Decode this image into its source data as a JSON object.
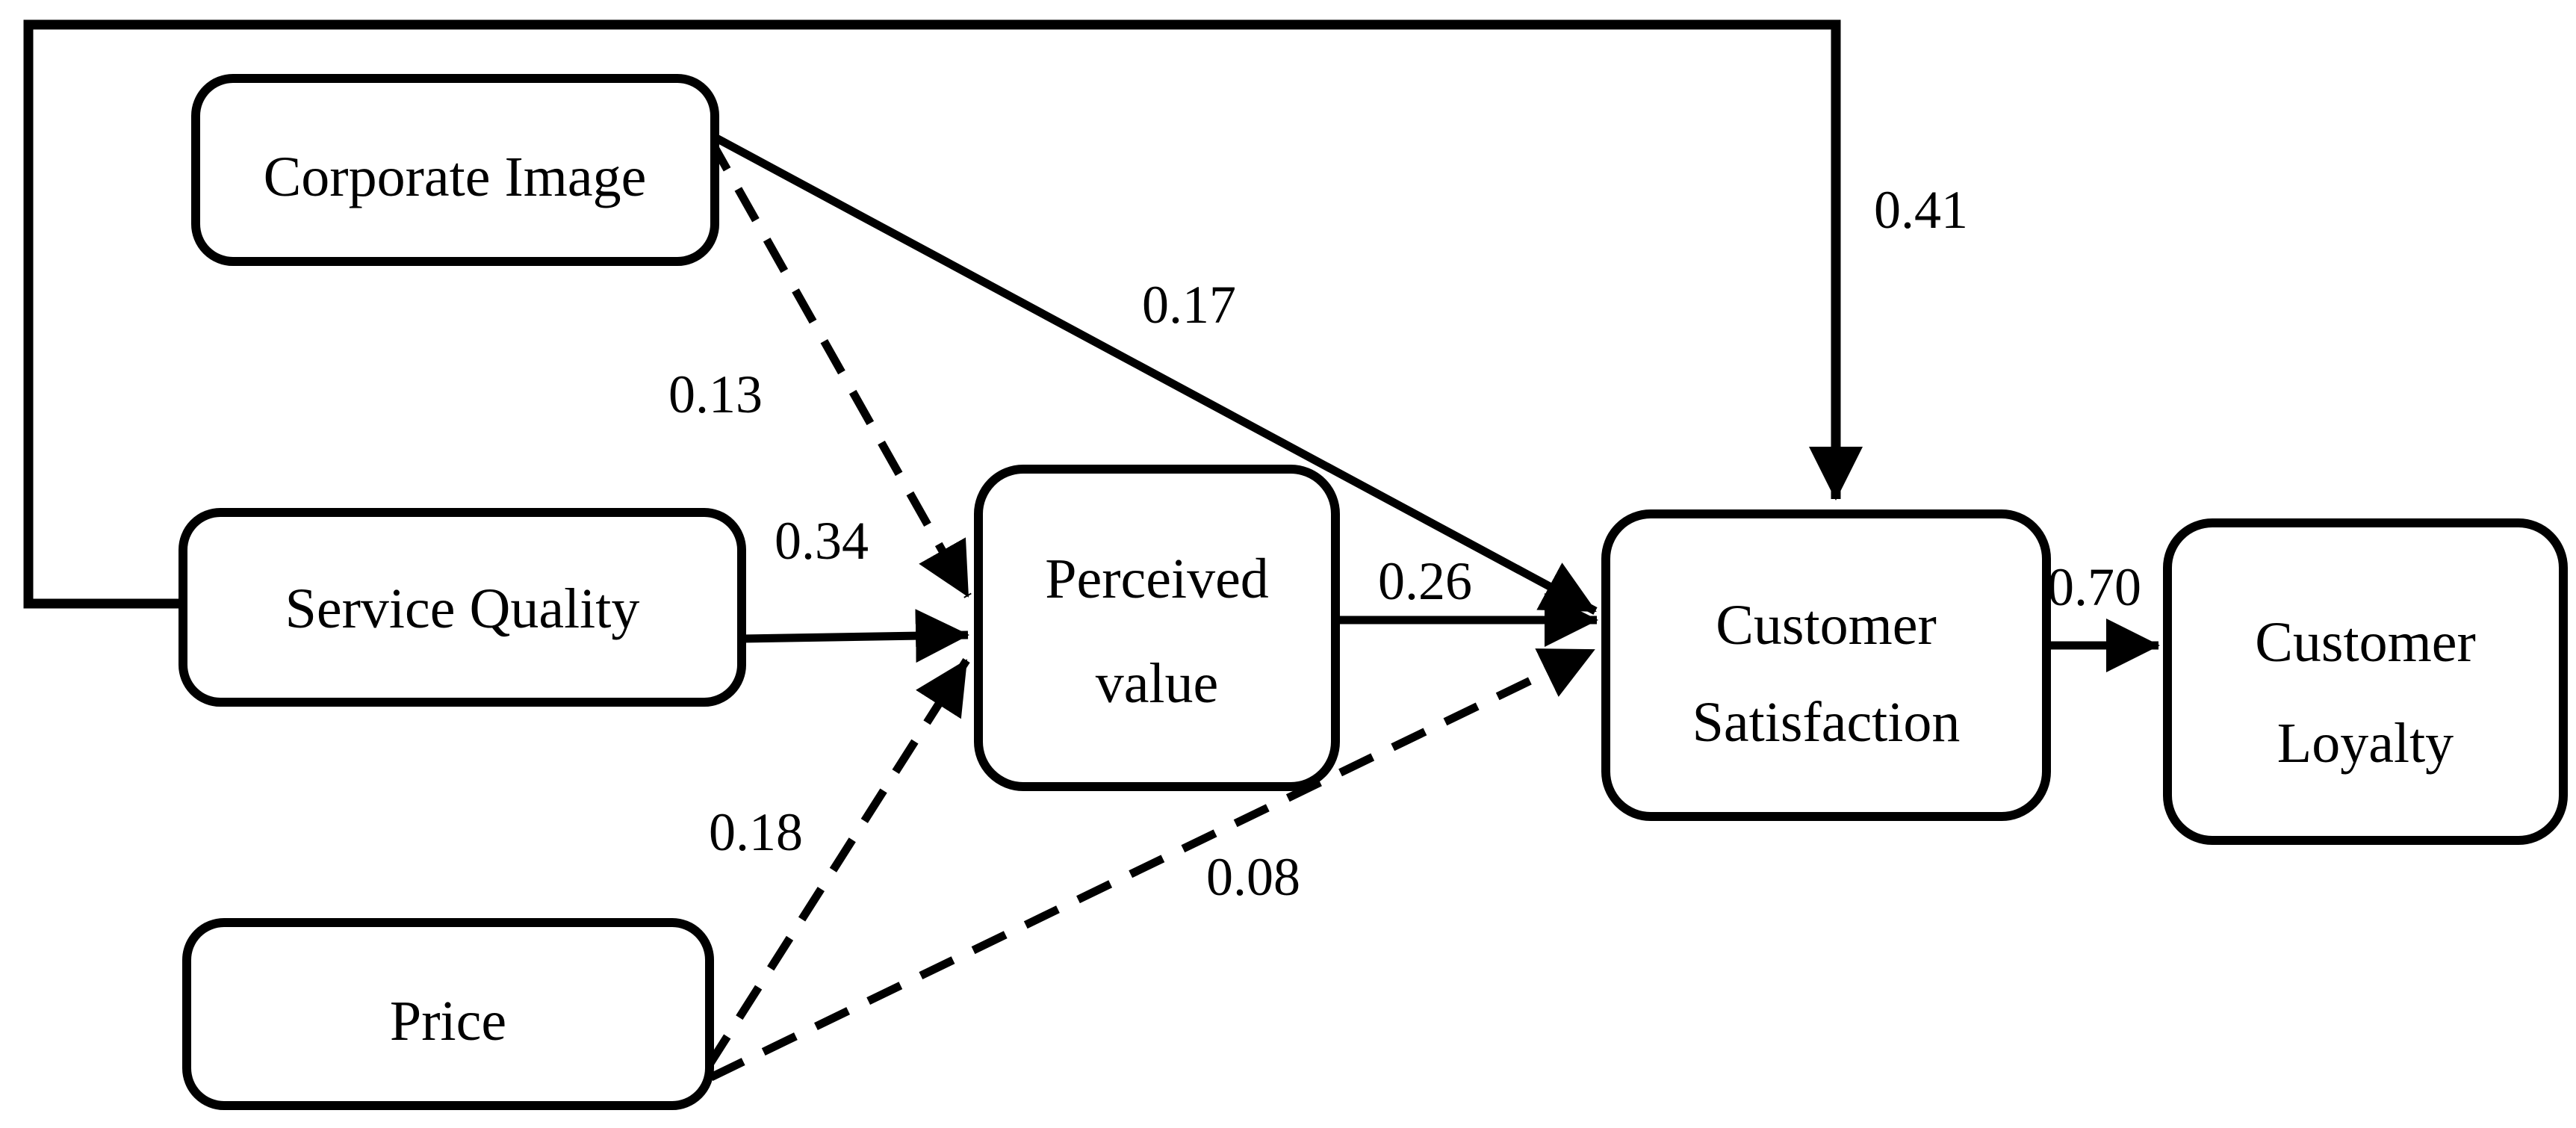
{
  "figure": {
    "background_color": "#ffffff",
    "line_color": "#000000",
    "nodes": {
      "corporate_image": {
        "label": "Corporate Image"
      },
      "service_quality": {
        "label": "Service Quality"
      },
      "price": {
        "label": "Price"
      },
      "perceived_value": {
        "line1": "Perceived",
        "line2": "value"
      },
      "customer_satisfaction": {
        "line1": "Customer",
        "line2": "Satisfaction"
      },
      "customer_loyalty": {
        "line1": "Customer",
        "line2": "Loyalty"
      }
    },
    "edges": {
      "service_quality_to_customer_satisfaction": {
        "from": "Service Quality",
        "to": "Customer Satisfaction",
        "label": "0.41",
        "style": "solid",
        "route": "left-top-feedback-loop"
      },
      "corporate_image_to_customer_satisfaction": {
        "from": "Corporate Image",
        "to": "Customer Satisfaction",
        "label": "0.17",
        "style": "solid"
      },
      "corporate_image_to_perceived_value": {
        "from": "Corporate Image",
        "to": "Perceived value",
        "label": "0.13",
        "style": "dashed"
      },
      "service_quality_to_perceived_value": {
        "from": "Service Quality",
        "to": "Perceived value",
        "label": "0.34",
        "style": "solid"
      },
      "price_to_perceived_value": {
        "from": "Price",
        "to": "Perceived value",
        "label": "0.18",
        "style": "dashed"
      },
      "price_to_customer_satisfaction": {
        "from": "Price",
        "to": "Customer Satisfaction",
        "label": "0.08",
        "style": "dashed"
      },
      "perceived_value_to_customer_satisfaction": {
        "from": "Perceived value",
        "to": "Customer Satisfaction",
        "label": "0.26",
        "style": "solid"
      },
      "customer_satisfaction_to_customer_loyalty": {
        "from": "Customer Satisfaction",
        "to": "Customer Loyalty",
        "label": "0.70",
        "style": "solid"
      }
    }
  }
}
